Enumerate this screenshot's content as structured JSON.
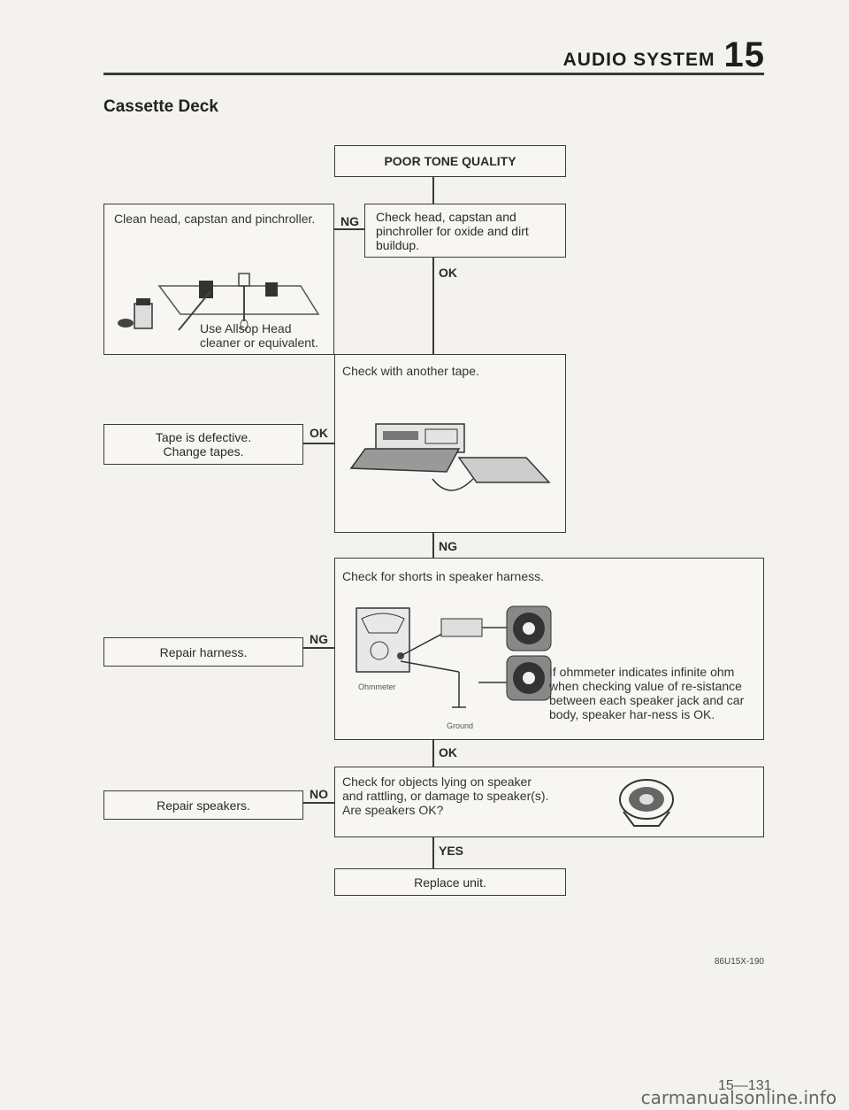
{
  "header": {
    "title": "AUDIO SYSTEM",
    "chapter": "15"
  },
  "section_title": "Cassette Deck",
  "flow": {
    "start": "POOR TONE QUALITY",
    "step1": {
      "text": "Check head, capstan and pinchroller for oxide and dirt buildup.",
      "ng_label": "NG",
      "ok_label": "OK"
    },
    "clean": {
      "text": "Clean head, capstan and pinchroller.",
      "caption": "Use Allsop Head cleaner or equivalent."
    },
    "step2": {
      "text": "Check with another tape.",
      "ok_label": "OK",
      "ng_label": "NG"
    },
    "tape_defective": {
      "text": "Tape is defective. Change tapes."
    },
    "step3": {
      "text": "Check for shorts in speaker harness.",
      "note": "If ohmmeter indicates infinite ohm when checking value of re-sistance between each speaker jack and car body, speaker har-ness is OK.",
      "ohmmeter_label": "Ohmmeter",
      "ground_label": "Ground",
      "ng_label": "NG",
      "ok_label": "OK"
    },
    "repair_harness": {
      "text": "Repair harness."
    },
    "step4": {
      "text": "Check for objects lying on speaker and rattling, or damage to speaker(s). Are speakers OK?",
      "no_label": "NO",
      "yes_label": "YES"
    },
    "repair_speakers": {
      "text": "Repair speakers."
    },
    "end": {
      "text": "Replace unit."
    }
  },
  "figure_code": "86U15X-190",
  "page_number": "15—131",
  "watermark": "carmanualsonline.info"
}
